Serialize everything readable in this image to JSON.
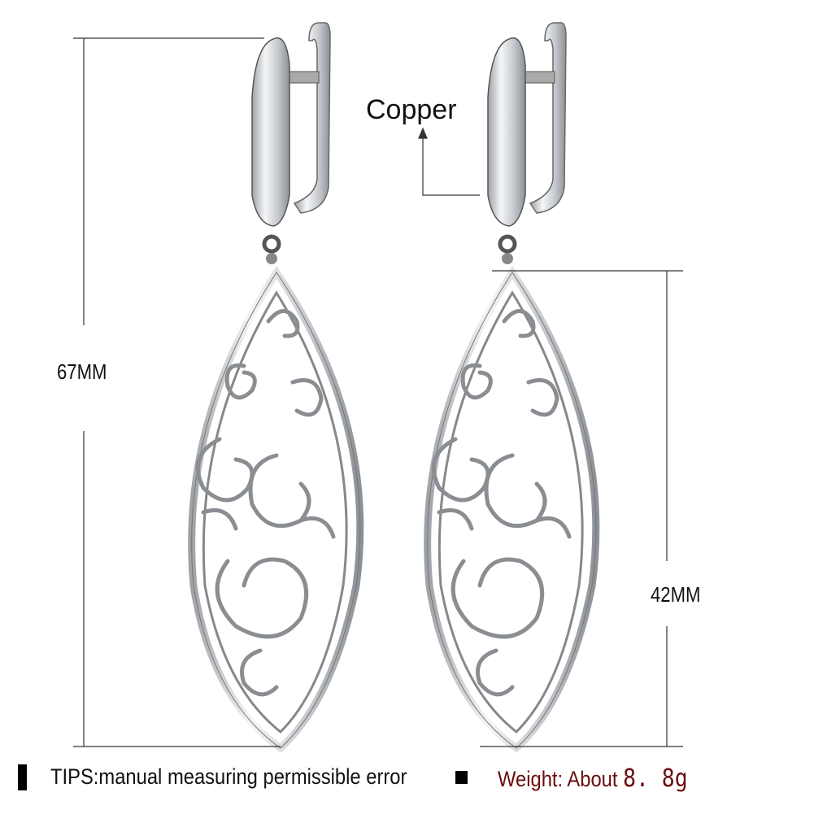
{
  "product": {
    "material_label": "Copper",
    "total_length": "67MM",
    "pendant_length": "42MM",
    "tips": "TIPS:manual measuring permissible error",
    "weight_label": "Weight: About",
    "weight_value": "8. 8g"
  },
  "colors": {
    "weight_text": "#6b0d0d",
    "metal": "#c8ccd0",
    "text": "#111111"
  }
}
